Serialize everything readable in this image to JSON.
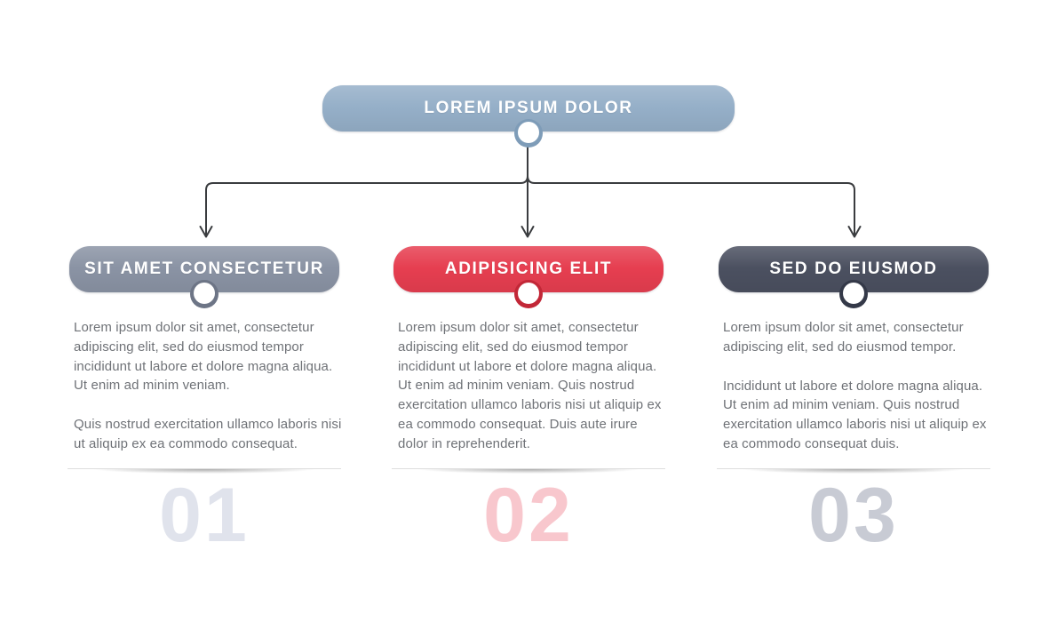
{
  "background_color": "#ffffff",
  "connector": {
    "line_color": "#3a3c3f"
  },
  "root": {
    "label": "LOREM IPSUM DOLOR",
    "fill": "#95afc8",
    "ring": "#7e9cb8"
  },
  "steps": [
    {
      "number": "01",
      "label": "SIT AMET CONSECTETUR",
      "fill": "#8a93a4",
      "ring": "#6d7586",
      "number_color": "#e0e3ec",
      "paragraphs": [
        "Lorem ipsum dolor sit amet, consectetur adipiscing elit, sed do eiusmod tempor incididunt ut labore et dolore magna aliqua. Ut enim ad minim veniam.",
        "Quis nostrud exercitation ullamco laboris nisi ut aliquip ex ea commodo consequat."
      ]
    },
    {
      "number": "02",
      "label": "ADIPISICING ELIT",
      "fill": "#e63e50",
      "ring": "#c22737",
      "number_color": "#f8c7cd",
      "paragraphs": [
        "Lorem ipsum dolor sit amet, consectetur adipiscing elit, sed do eiusmod tempor incididunt ut labore et dolore magna aliqua. Ut enim ad minim veniam. Quis nostrud exercitation ullamco laboris nisi ut aliquip ex ea commodo consequat. Duis aute irure dolor in reprehenderit."
      ]
    },
    {
      "number": "03",
      "label": "SED DO EIUSMOD",
      "fill": "#4b5060",
      "ring": "#343948",
      "number_color": "#c8cbd4",
      "paragraphs": [
        "Lorem ipsum dolor sit amet, consectetur adipiscing elit, sed do eiusmod tempor.",
        "Incididunt ut labore et dolore magna aliqua. Ut enim ad minim veniam. Quis nostrud exercitation ullamco laboris nisi ut aliquip ex ea commodo consequat duis."
      ]
    }
  ],
  "text_color": "#6f7277"
}
